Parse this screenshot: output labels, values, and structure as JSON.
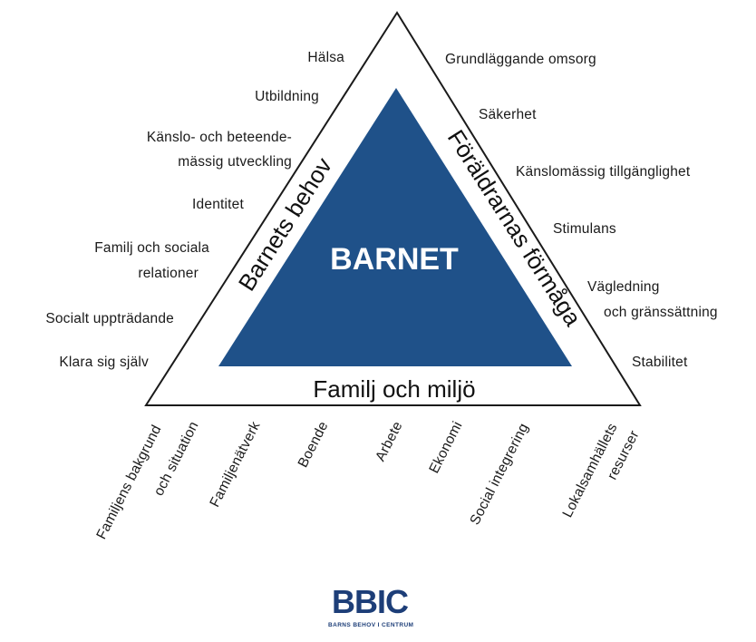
{
  "center_label": "BARNET",
  "sides": {
    "left": "Barnets behov",
    "right": "Föräldrarnas förmåga",
    "bottom": "Familj och miljö"
  },
  "left_items": [
    "Hälsa",
    "Utbildning",
    "Känslo- och beteende-",
    "mässig utveckling",
    "Identitet",
    "Familj och sociala",
    "relationer",
    "Socialt uppträdande",
    "Klara sig själv"
  ],
  "right_items": [
    "Grundläggande omsorg",
    "Säkerhet",
    "Känslomässig tillgänglighet",
    "Stimulans",
    "Vägledning",
    "och gränssättning",
    "Stabilitet"
  ],
  "bottom_items": [
    "Familjens bakgrund",
    "och situation",
    "Familjenätverk",
    "Boende",
    "Arbete",
    "Ekonomi",
    "Social integrering",
    "Lokalsamhällets",
    "resurser"
  ],
  "logo": {
    "mark": "BBIC",
    "subtitle": "BARNS BEHOV I CENTRUM"
  },
  "colors": {
    "inner_fill": "#1f5189",
    "outline": "#1a1a1a",
    "logo": "#1d3e78"
  }
}
